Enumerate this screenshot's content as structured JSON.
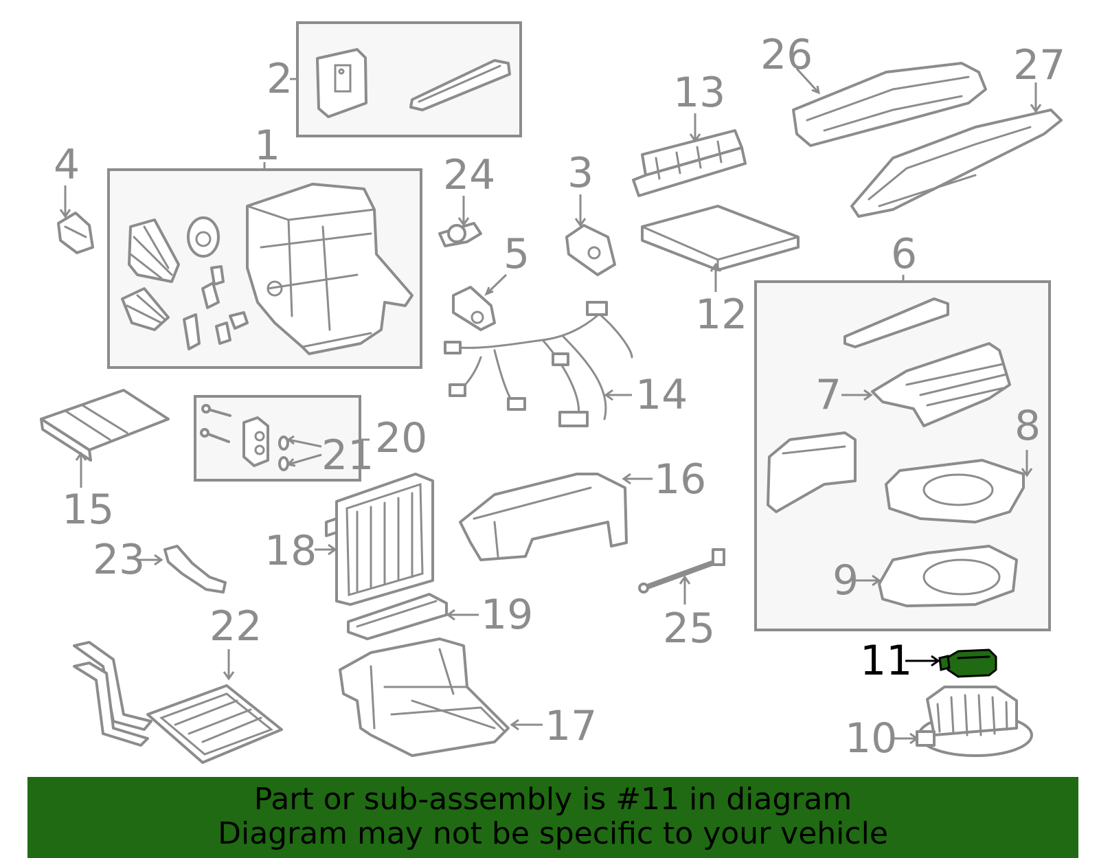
{
  "callouts": {
    "c1": "1",
    "c2": "2",
    "c3": "3",
    "c4": "4",
    "c5": "5",
    "c6": "6",
    "c7": "7",
    "c8": "8",
    "c9": "9",
    "c10": "10",
    "c11": "11",
    "c12": "12",
    "c13": "13",
    "c14": "14",
    "c15": "15",
    "c16": "16",
    "c17": "17",
    "c18": "18",
    "c19": "19",
    "c20": "20",
    "c21": "21",
    "c22": "22",
    "c23": "23",
    "c24": "24",
    "c25": "25",
    "c26": "26",
    "c27": "27"
  },
  "highlight": {
    "part_number": "11",
    "color": "#1f6a12"
  },
  "colors": {
    "line": "#8c8c8c",
    "box_fill": "#f7f7f7",
    "banner": "#1f6a12"
  },
  "banner": {
    "line1": "Part or sub-assembly is #11 in diagram",
    "line2": "Diagram may not be specific to your vehicle"
  }
}
